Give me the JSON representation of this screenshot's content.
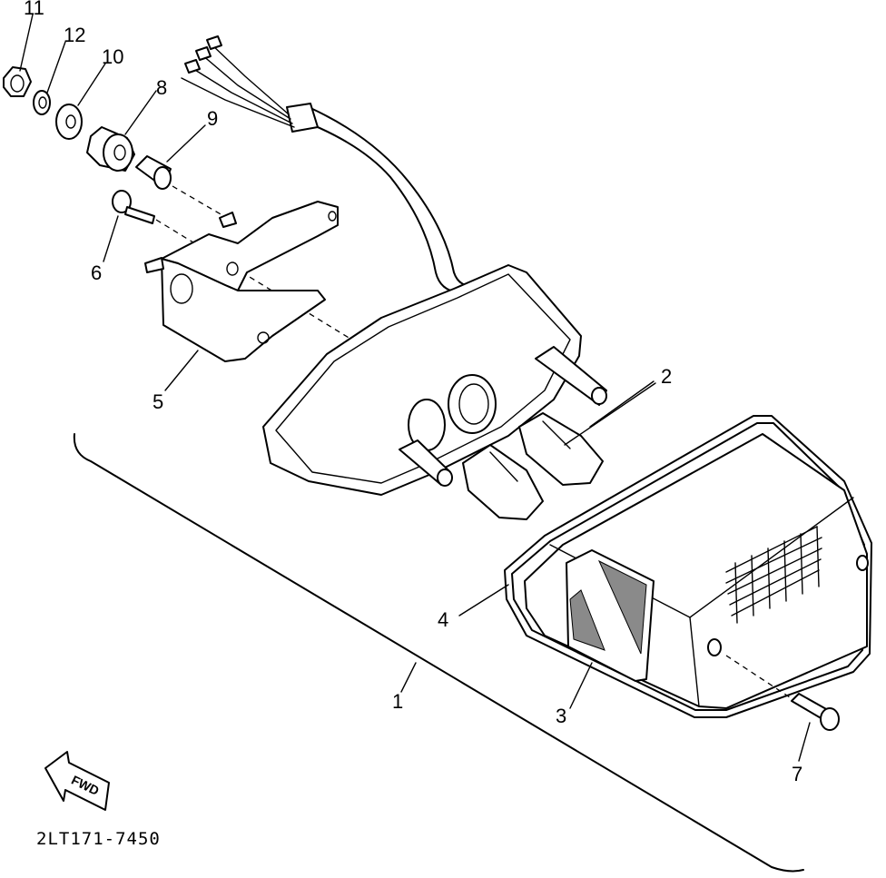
{
  "diagram": {
    "part_code": "2LT171-7450",
    "direction_label": "FWD",
    "callouts": [
      {
        "id": "1",
        "label": "1"
      },
      {
        "id": "2",
        "label": "2"
      },
      {
        "id": "3",
        "label": "3"
      },
      {
        "id": "4",
        "label": "4"
      },
      {
        "id": "5",
        "label": "5"
      },
      {
        "id": "6",
        "label": "6"
      },
      {
        "id": "7",
        "label": "7"
      },
      {
        "id": "8",
        "label": "8"
      },
      {
        "id": "9",
        "label": "9"
      },
      {
        "id": "10",
        "label": "10"
      },
      {
        "id": "11",
        "label": "11"
      },
      {
        "id": "12",
        "label": "12"
      }
    ]
  }
}
